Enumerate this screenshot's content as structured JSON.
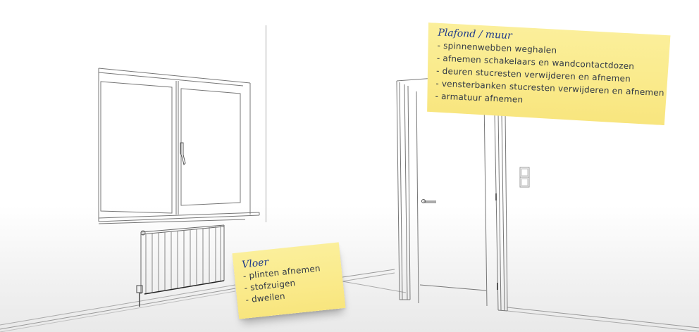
{
  "scene": {
    "description": "Line drawing of a room corner with window, radiator, door and light switch, with sticky notes listing cleaning tasks",
    "colors": {
      "note_yellow": "#faea8a",
      "note_title_blue": "#1f3a8a",
      "note_text": "#333a46",
      "line_gray": "#8a8a8a",
      "floor_gray": "#ececec"
    }
  },
  "notes": {
    "ceiling_wall": {
      "title": "Plafond / muur",
      "items": [
        "- spinnenwebben weghalen",
        "- afnemen schakelaars en wandcontactdozen",
        "- deuren stucresten verwijderen en afnemen",
        "- vensterbanken stucresten verwijderen en afnemen",
        "- armatuur afnemen"
      ]
    },
    "floor": {
      "title": "Vloer",
      "items": [
        "- plinten afnemen",
        "- stofzuigen",
        "- dweilen"
      ]
    }
  },
  "objects": [
    "window-icon",
    "radiator-icon",
    "door-icon",
    "light-switch-icon",
    "wall-corner-line",
    "floor-baseboard-line"
  ]
}
